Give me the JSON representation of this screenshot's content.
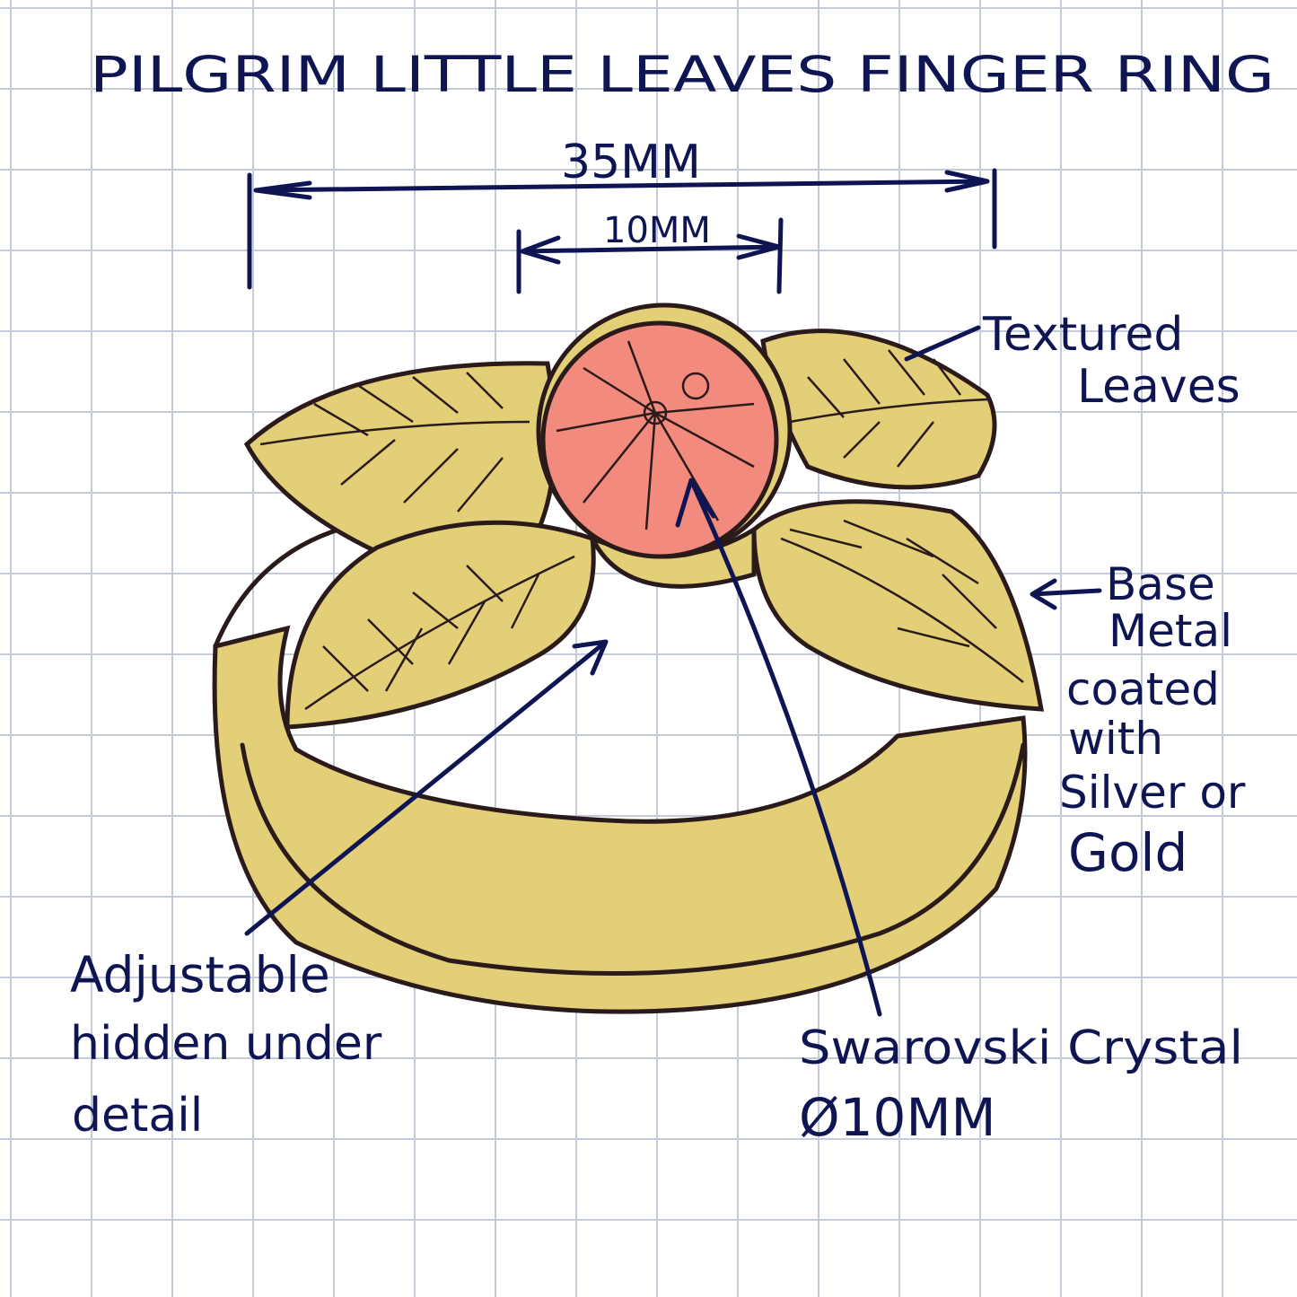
{
  "title": "PILGRIM LITTLE LEAVES FINGER RING",
  "dimensions": {
    "overall": "35MM",
    "crystal": "10MM"
  },
  "annotations": {
    "leaves": [
      "Textured",
      "Leaves"
    ],
    "metal": [
      "Base",
      "Metal",
      "coated",
      "with",
      "Silver or",
      "Gold"
    ],
    "adjustable": [
      "Adjustable",
      "hidden under",
      "detail"
    ],
    "crystal": [
      "Swarovski Crystal",
      "Ø10MM"
    ]
  },
  "colors": {
    "ink": "#0f1552",
    "gold": "#e3cf78",
    "crystal": "#f28b7e",
    "outline": "#2a1a1a",
    "grid": "#c5cbd8"
  }
}
